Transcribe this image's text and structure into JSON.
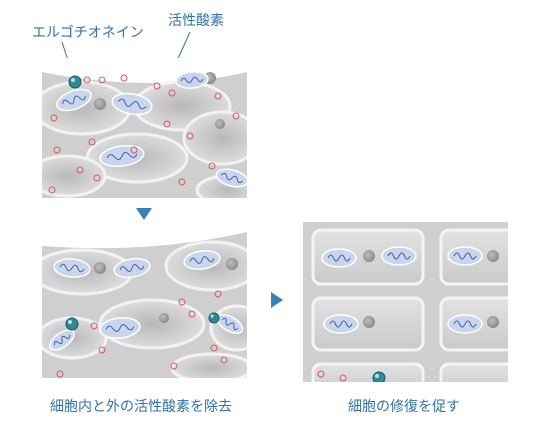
{
  "labels": {
    "ergothioneine": "エルゴチオネイン",
    "active_oxygen": "活性酸素",
    "remove_caption": "細胞内と外の活性酸素を除去",
    "repair_caption": "細胞の修復を促す"
  },
  "colors": {
    "accent": "#2f72a6",
    "cell_fill": "#d6d6d6",
    "cell_dark": "#9a9a9a",
    "background_cell": "#c8c8c8",
    "mito_fill": "#c9d5ea",
    "mito_line": "#3f62a8",
    "ros": "#d85a5a",
    "ergo": "#2d8a96"
  },
  "icons": {
    "down_arrow": "triangle-down-icon",
    "right_arrow": "triangle-right-icon"
  }
}
